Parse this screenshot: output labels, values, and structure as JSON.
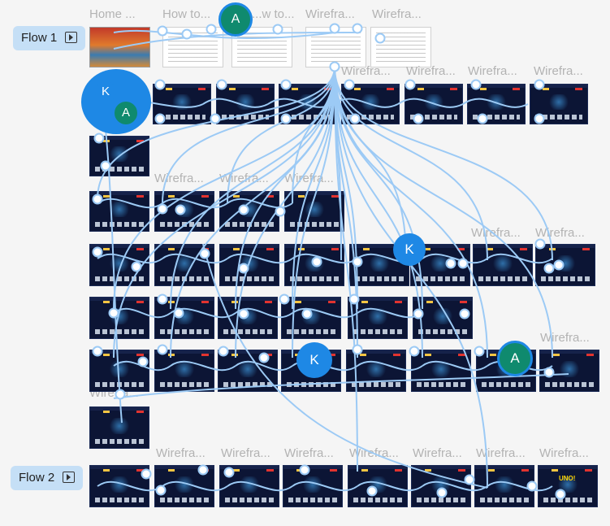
{
  "flows": [
    {
      "label": "Flow 1"
    },
    {
      "label": "Flow 2"
    }
  ],
  "frame_labels": {
    "home": "Home ...",
    "howto": "How to...",
    "howto2": "...w to...",
    "wf": "Wirefra...",
    "wf_short": "Wirefra"
  },
  "collaborators": [
    {
      "initial": "A"
    },
    {
      "initial": "K"
    }
  ],
  "uno_label": "UNO!",
  "colors": {
    "connector": "#9ccaf5",
    "connector_dot": "#ffffff",
    "avatar_a": "#0f8a6e",
    "avatar_k": "#1e88e5"
  }
}
